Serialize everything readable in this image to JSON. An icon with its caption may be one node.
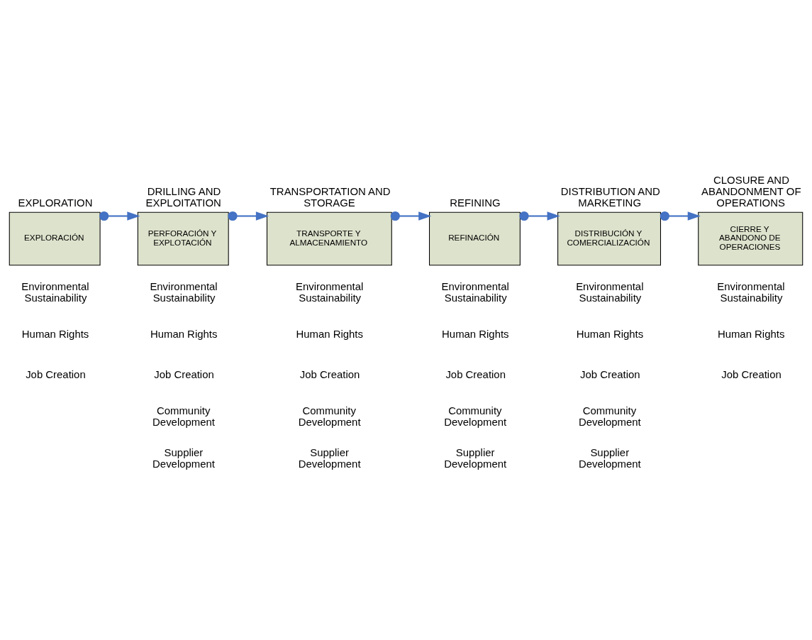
{
  "diagram": {
    "nodes": [
      {
        "text": [
          "EXPLORATION",
          "EXPLORACIÓN"
        ],
        "beside": [
          "Environmental Sustainability",
          "Human Rights",
          "Job Creation"
        ]
      },
      {
        "text": [
          "DRILLING AND EXPLOITATION",
          "PERFORACIÓN Y EXPLOTACIÓN"
        ],
        "beside": [
          "Environmental Sustainability",
          "Human Rights",
          "Job Creation",
          "Community Development",
          "Supplier Development"
        ]
      },
      {
        "text": [
          "TRANSPORTATION AND STORAGE",
          "TRANSPORTE Y ALMACENAMIENTO"
        ],
        "beside": [
          "Environmental Sustainability",
          "Human Rights",
          "Job Creation",
          "Community Development",
          "Supplier Development"
        ]
      },
      {
        "text": [
          "REFINING",
          "REFINACIÓN"
        ],
        "beside": [
          "Environmental Sustainability",
          "Human Rights",
          "Job Creation",
          "Community Development",
          "Supplier Development"
        ]
      },
      {
        "text": [
          "DISTRIBUTION AND MARKETING",
          "DISTRIBUCIÓN Y COMERCIALIZACIÓN"
        ],
        "beside": [
          "Environmental Sustainability",
          "Human Rights",
          "Job Creation",
          "Community Development",
          "Supplier Development"
        ]
      },
      {
        "text": [
          "CLOSURE AND ABANDONMENT OF OPERATIONS",
          "CIERRE Y ABANDONO DE OPERACIONES"
        ],
        "beside": [
          "Environmental Sustainability",
          "Human Rights",
          "Job Creation"
        ]
      }
    ],
    "edges": [
      {
        "from": 0,
        "to": 1,
        "arrow": "to"
      },
      {
        "from": 1,
        "to": 2,
        "arrow": "to"
      },
      {
        "from": 2,
        "to": 3,
        "arrow": "to"
      },
      {
        "from": 3,
        "to": 4,
        "arrow": "to"
      },
      {
        "from": 4,
        "to": 5,
        "arrow": "to"
      }
    ]
  }
}
